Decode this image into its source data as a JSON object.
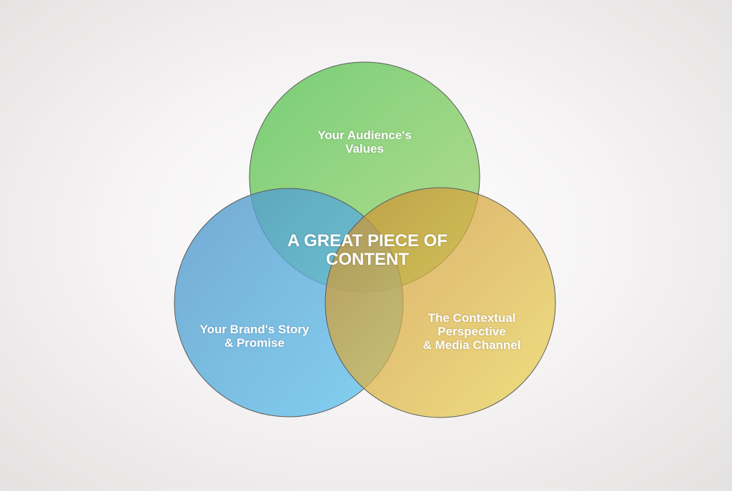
{
  "diagram": {
    "circles": [
      {
        "id": "audience",
        "lines": [
          "Your Audience's",
          "Values"
        ],
        "color_start": "#5cc55c",
        "color_end": "#a6d677"
      },
      {
        "id": "brand",
        "lines": [
          "Your Brand's Story",
          "& Promise"
        ],
        "color_start": "#4f93c7",
        "color_end": "#63c8f2"
      },
      {
        "id": "context",
        "lines": [
          "The Contextual",
          "Perspective",
          "& Media Channel"
        ],
        "color_start": "#c98a2f",
        "color_end": "#ecd856"
      }
    ],
    "center": {
      "lines": [
        "A GREAT PIECE OF",
        "CONTENT"
      ]
    },
    "outline_color": "#5b5b5b"
  }
}
